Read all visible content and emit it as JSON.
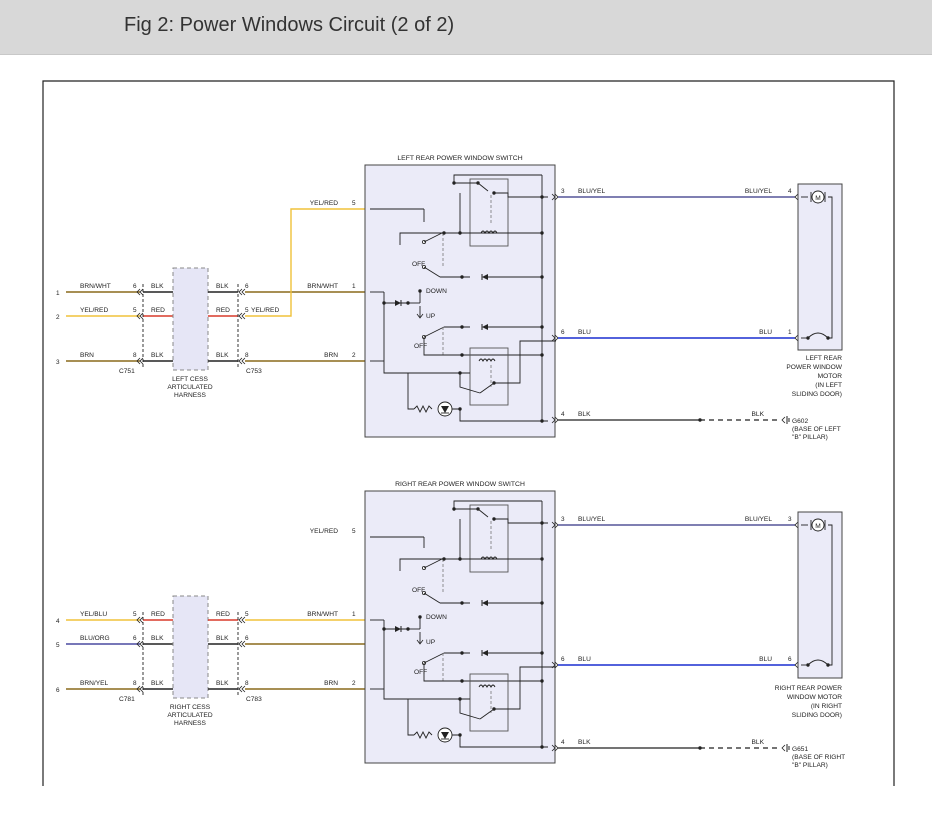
{
  "header": {
    "title": "Fig 2: Power Windows Circuit (2 of 2)"
  },
  "colors": {
    "BRN/WHT": "#8a6a1c",
    "YEL/RED": "#f0c23a",
    "RED": "#d83a2a",
    "BRN": "#8a6a1c",
    "BLK": "#222222",
    "YEL/BLU": "#f0c23a",
    "BLU/ORG": "#4a4aa0",
    "BRN/YEL": "#8a6a1c",
    "BLU/YEL": "#555599",
    "BLU": "#1a2ed0",
    "switch_fill": "#ebebf8",
    "harness_fill": "#e6e6f6"
  },
  "icons": [
    "motor-icon",
    "led-icon",
    "resistor-icon",
    "ground-icon",
    "diode-icon",
    "relay-icon"
  ],
  "top": {
    "left_circuits": [
      {
        "num": "1",
        "color": "BRN/WHT",
        "pin": "6",
        "mid": "BLK"
      },
      {
        "num": "2",
        "color": "YEL/RED",
        "pin": "5",
        "mid": "RED"
      },
      {
        "num": "3",
        "color": "BRN",
        "pin": "8",
        "mid": "BLK"
      }
    ],
    "right_pins": [
      {
        "pin": "6",
        "mid": "BLK"
      },
      {
        "pin": "5",
        "mid": "RED",
        "wire": "YEL/RED"
      },
      {
        "pin": "8",
        "mid": "BLK"
      }
    ],
    "connector_left": "C751",
    "connector_right": "C753",
    "harness_label": [
      "LEFT CESS",
      "ARTICULATED",
      "HARNESS"
    ],
    "switch_title": "LEFT REAR POWER WINDOW SWITCH",
    "switch_inputs": [
      {
        "wire": "YEL/RED",
        "pin": "5"
      },
      {
        "wire": "BRN/WHT",
        "pin": "1"
      },
      {
        "wire": "BRN",
        "pin": "2"
      }
    ],
    "switch_labels": {
      "off1": "OFF",
      "down": "DOWN",
      "up": "UP",
      "off2": "OFF"
    },
    "outputs": [
      {
        "pin": "3",
        "wire": "BLU/YEL",
        "wire2": "BLU/YEL",
        "motor_pin": "4"
      },
      {
        "pin": "6",
        "wire": "BLU",
        "wire2": "BLU",
        "motor_pin": "1"
      },
      {
        "pin": "4",
        "wire": "BLK",
        "wire2": "BLK"
      }
    ],
    "motor_glyph": "M",
    "motor_label": [
      "LEFT REAR",
      "POWER WINDOW",
      "MOTOR",
      "(IN LEFT",
      "SLIDING DOOR)"
    ],
    "ground_id": "G602",
    "ground_label": [
      "(BASE OF LEFT",
      "\"B\" PILLAR)"
    ]
  },
  "bottom": {
    "left_circuits": [
      {
        "num": "4",
        "color": "YEL/BLU",
        "pin": "5",
        "mid": "RED"
      },
      {
        "num": "5",
        "color": "BLU/ORG",
        "pin": "6",
        "mid": "BLK"
      },
      {
        "num": "6",
        "color": "BRN/YEL",
        "pin": "8",
        "mid": "BLK"
      }
    ],
    "right_pins": [
      {
        "pin": "5",
        "mid": "RED"
      },
      {
        "pin": "6",
        "mid": "BLK"
      },
      {
        "pin": "8",
        "mid": "BLK"
      }
    ],
    "connector_left": "C781",
    "connector_right": "C783",
    "harness_label": [
      "RIGHT CESS",
      "ARTICULATED",
      "HARNESS"
    ],
    "switch_title": "RIGHT REAR POWER WINDOW SWITCH",
    "switch_inputs": [
      {
        "wire": "YEL/RED",
        "pin": "5"
      },
      {
        "wire": "BRN/WHT",
        "pin": "1"
      },
      {
        "wire": "BRN",
        "pin": "2"
      }
    ],
    "switch_labels": {
      "off1": "OFF",
      "down": "DOWN",
      "up": "UP",
      "off2": "OFF"
    },
    "outputs": [
      {
        "pin": "3",
        "wire": "BLU/YEL",
        "wire2": "BLU/YEL",
        "motor_pin": "3"
      },
      {
        "pin": "6",
        "wire": "BLU",
        "wire2": "BLU",
        "motor_pin": "6"
      },
      {
        "pin": "4",
        "wire": "BLK",
        "wire2": "BLK"
      }
    ],
    "motor_glyph": "M",
    "motor_label": [
      "RIGHT REAR POWER",
      "WINDOW MOTOR",
      "(IN RIGHT",
      "SLIDING DOOR)"
    ],
    "ground_id": "G651",
    "ground_label": [
      "(BASE OF RIGHT",
      "\"B\" PILLAR)"
    ]
  }
}
